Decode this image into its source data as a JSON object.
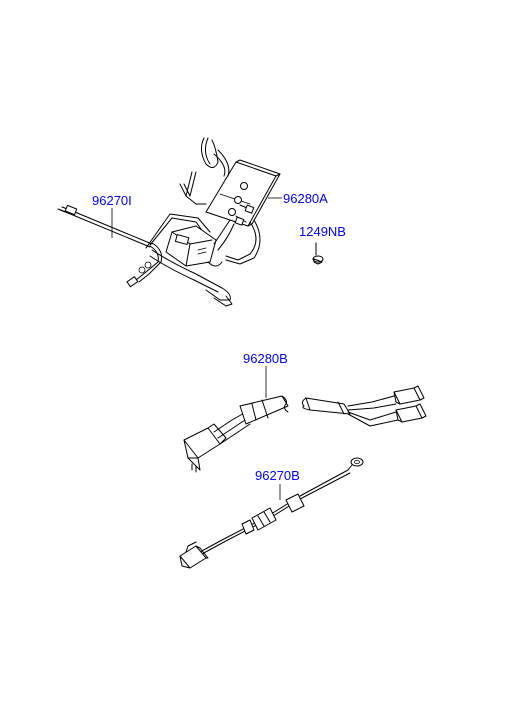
{
  "colors": {
    "background": "#ffffff",
    "line_art": "#000000",
    "label_text": "#0000ff"
  },
  "parts": {
    "antenna_lead_front": {
      "number": "96270I"
    },
    "amplifier_assembly": {
      "number": "96280A"
    },
    "screw": {
      "number": "1249NB"
    },
    "extension_cable": {
      "number": "96280B"
    },
    "ground_lead": {
      "number": "96270B"
    }
  }
}
